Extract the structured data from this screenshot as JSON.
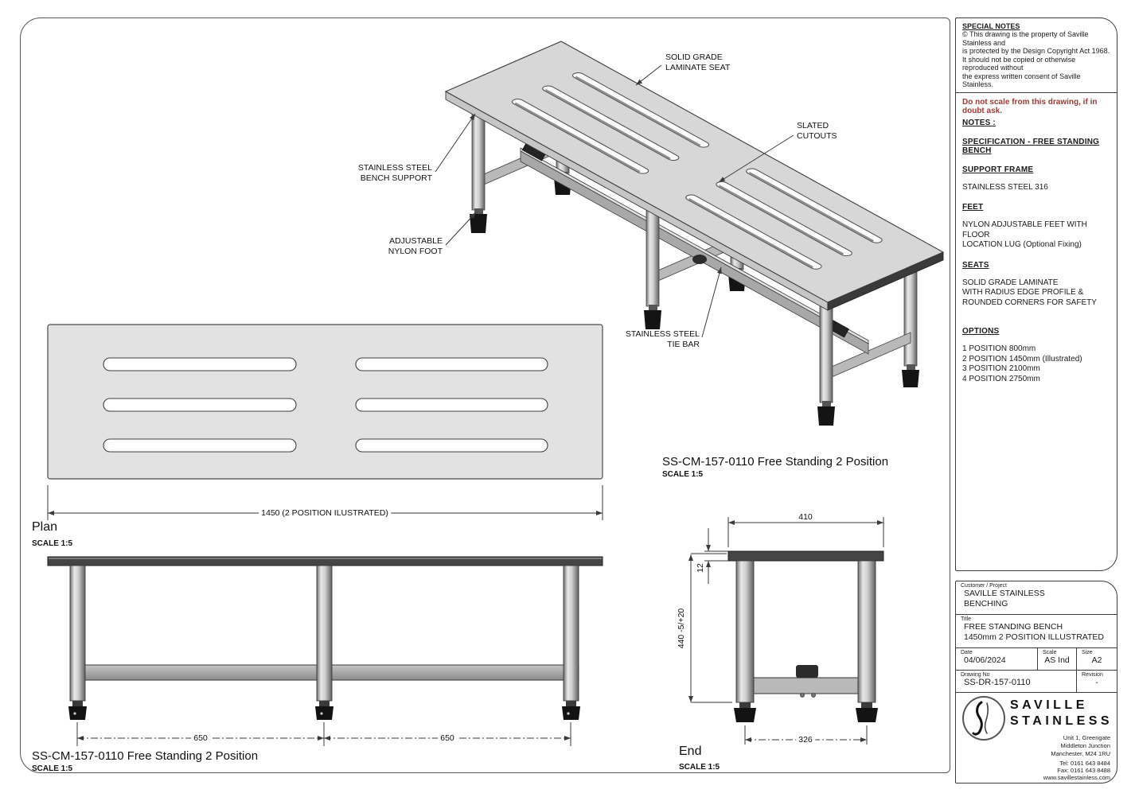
{
  "annotations": {
    "seat": "SOLID GRADE\nLAMINATE SEAT",
    "cutouts": "SLATED\nCUTOUTS",
    "support": "STAINLESS STEEL\nBENCH SUPPORT",
    "foot": "ADJUSTABLE\nNYLON FOOT",
    "tiebar": "STAINLESS STEEL\nTIE BAR"
  },
  "iso": {
    "caption": "SS-CM-157-0110 Free Standing 2 Position",
    "scale": "SCALE 1:5"
  },
  "plan": {
    "label": "Plan",
    "scale": "SCALE 1:5",
    "dim_length": "1450 (2 POSITION ILUSTRATED)"
  },
  "front": {
    "caption": "SS-CM-157-0110 Free Standing 2 Position",
    "scale": "SCALE 1:5",
    "dim_left": "650",
    "dim_right": "650"
  },
  "end": {
    "label": "End",
    "scale": "SCALE 1:5",
    "dim_width": "410",
    "dim_thickness": "12",
    "dim_height": "440 -5/+20",
    "dim_feet": "326"
  },
  "notes": {
    "special_title": "SPECIAL NOTES",
    "special_body": "© This drawing is the property of  Saville Stainless and\nis protected by the Design Copyright Act 1968.\nIt should not be copied or otherwise reproduced without\nthe express written consent of Saville Stainless.",
    "warning": "Do not scale from this drawing, if in doubt ask.",
    "heading": "NOTES :",
    "sections": [
      {
        "heading": "SPECIFICATION - FREE STANDING BENCH",
        "body": ""
      },
      {
        "heading": "SUPPORT FRAME",
        "body": "STAINLESS STEEL 316"
      },
      {
        "heading": "FEET",
        "body": "NYLON ADJUSTABLE FEET WITH FLOOR\nLOCATION LUG (Optional Fixing)"
      },
      {
        "heading": "SEATS",
        "body": "SOLID GRADE LAMINATE\nWITH RADIUS EDGE PROFILE &\nROUNDED CORNERS FOR SAFETY"
      },
      {
        "heading": "OPTIONS",
        "body": "1 POSITION 800mm\n2 POSITION 1450mm (Illustrated)\n3 POSITION 2100mm\n4 POSITION 2750mm"
      }
    ]
  },
  "titleblock": {
    "customer_label": "Customer / Project",
    "customer": "SAVILLE STAINLESS\nBENCHING",
    "title_label": "Title",
    "title": "FREE STANDING BENCH\n1450mm 2 POSITION ILLUSTRATED",
    "date_label": "Date",
    "date": "04/06/2024",
    "scale_label": "Scale",
    "scale": "AS Ind",
    "size_label": "Size",
    "size": "A2",
    "drawing_label": "Drawing No",
    "drawing_no": "SS-DR-157-0110",
    "revision_label": "Revision",
    "revision": "-",
    "company_line1": "SAVILLE",
    "company_line2": "STAINLESS",
    "address": "Unit 1, Greengate\nMiddleton Junction\nManchester, M24 1RU",
    "tel": "Tel:  0161 643 8484",
    "fax": "Fax:  0161 643 8488",
    "web": "www.savillestainless.com"
  },
  "colors": {
    "warning_red": "#9e3a35",
    "seat_gray": "#d8d8d8",
    "steel_light": "#e6e6e6",
    "steel_dark": "#666666",
    "foot_black": "#141414",
    "line": "#3a3a3a"
  }
}
